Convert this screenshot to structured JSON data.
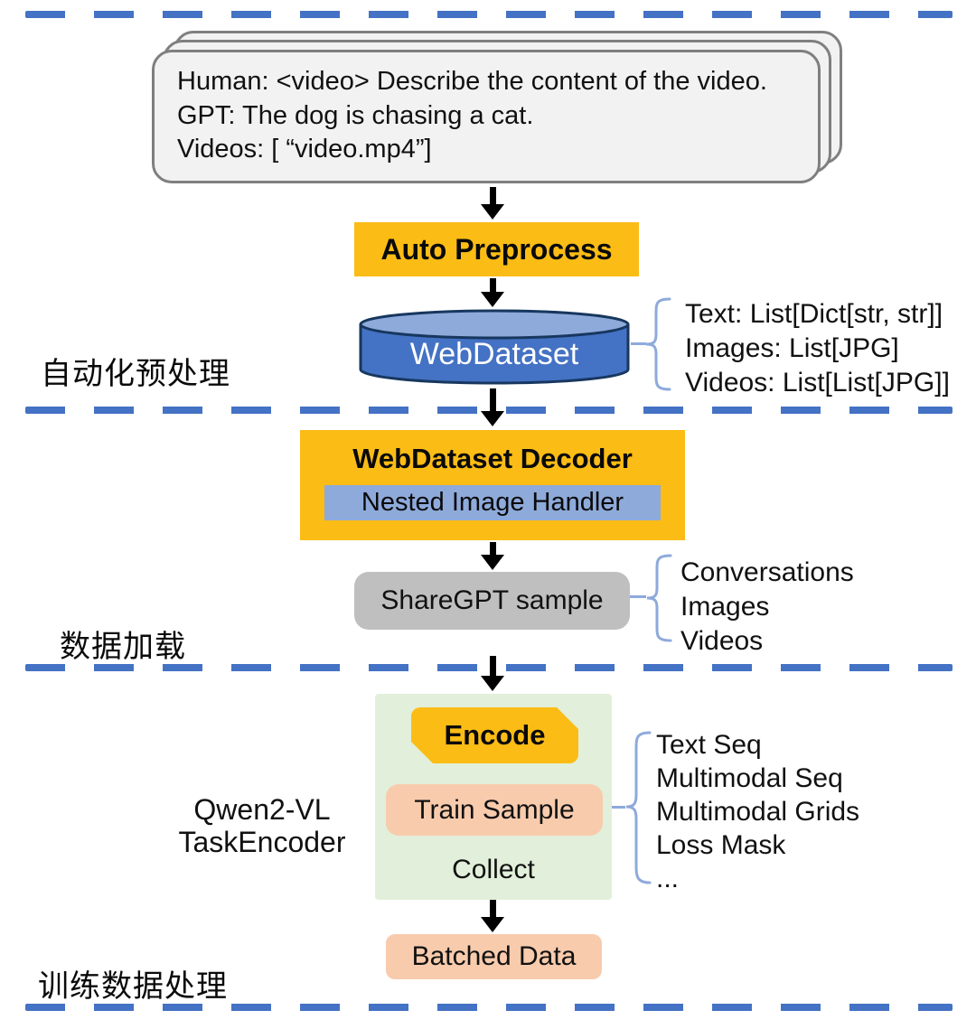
{
  "colors": {
    "accent_blue": "#4472C4",
    "light_blue": "#8EAADB",
    "yellow": "#FBBC15",
    "green": "#E2EFDA",
    "peach": "#F8CBAD",
    "gray_box": "#BFBFBF",
    "card_fill": "#F2F2F2"
  },
  "sample_card": {
    "line1": "Human: <video> Describe the content of the video.",
    "line2": "GPT: The dog is chasing a cat.",
    "line3": "Videos: [ “video.mp4”]"
  },
  "pipeline": {
    "auto_preprocess": "Auto Preprocess",
    "webdataset": "WebDataset",
    "webdataset_outputs": [
      "Text: List[Dict[str, str]]",
      "Images: List[JPG]",
      "Videos: List[List[JPG]]"
    ],
    "decoder": {
      "title": "WebDataset Decoder",
      "inner": "Nested Image Handler"
    },
    "sharegpt": "ShareGPT sample",
    "sharegpt_outputs": [
      "Conversations",
      "Images",
      "Videos"
    ],
    "task_encoder": {
      "label_line1": "Qwen2-VL",
      "label_line2": "TaskEncoder",
      "encode": "Encode",
      "train_sample": "Train Sample",
      "collect": "Collect",
      "outputs": [
        "Text Seq",
        "Multimodal Seq",
        "Multimodal Grids",
        "Loss Mask",
        "..."
      ]
    },
    "batched_data": "Batched Data"
  },
  "section_labels": {
    "preprocess": "自动化预处理",
    "loading": "数据加载",
    "training": "训练数据处理"
  }
}
